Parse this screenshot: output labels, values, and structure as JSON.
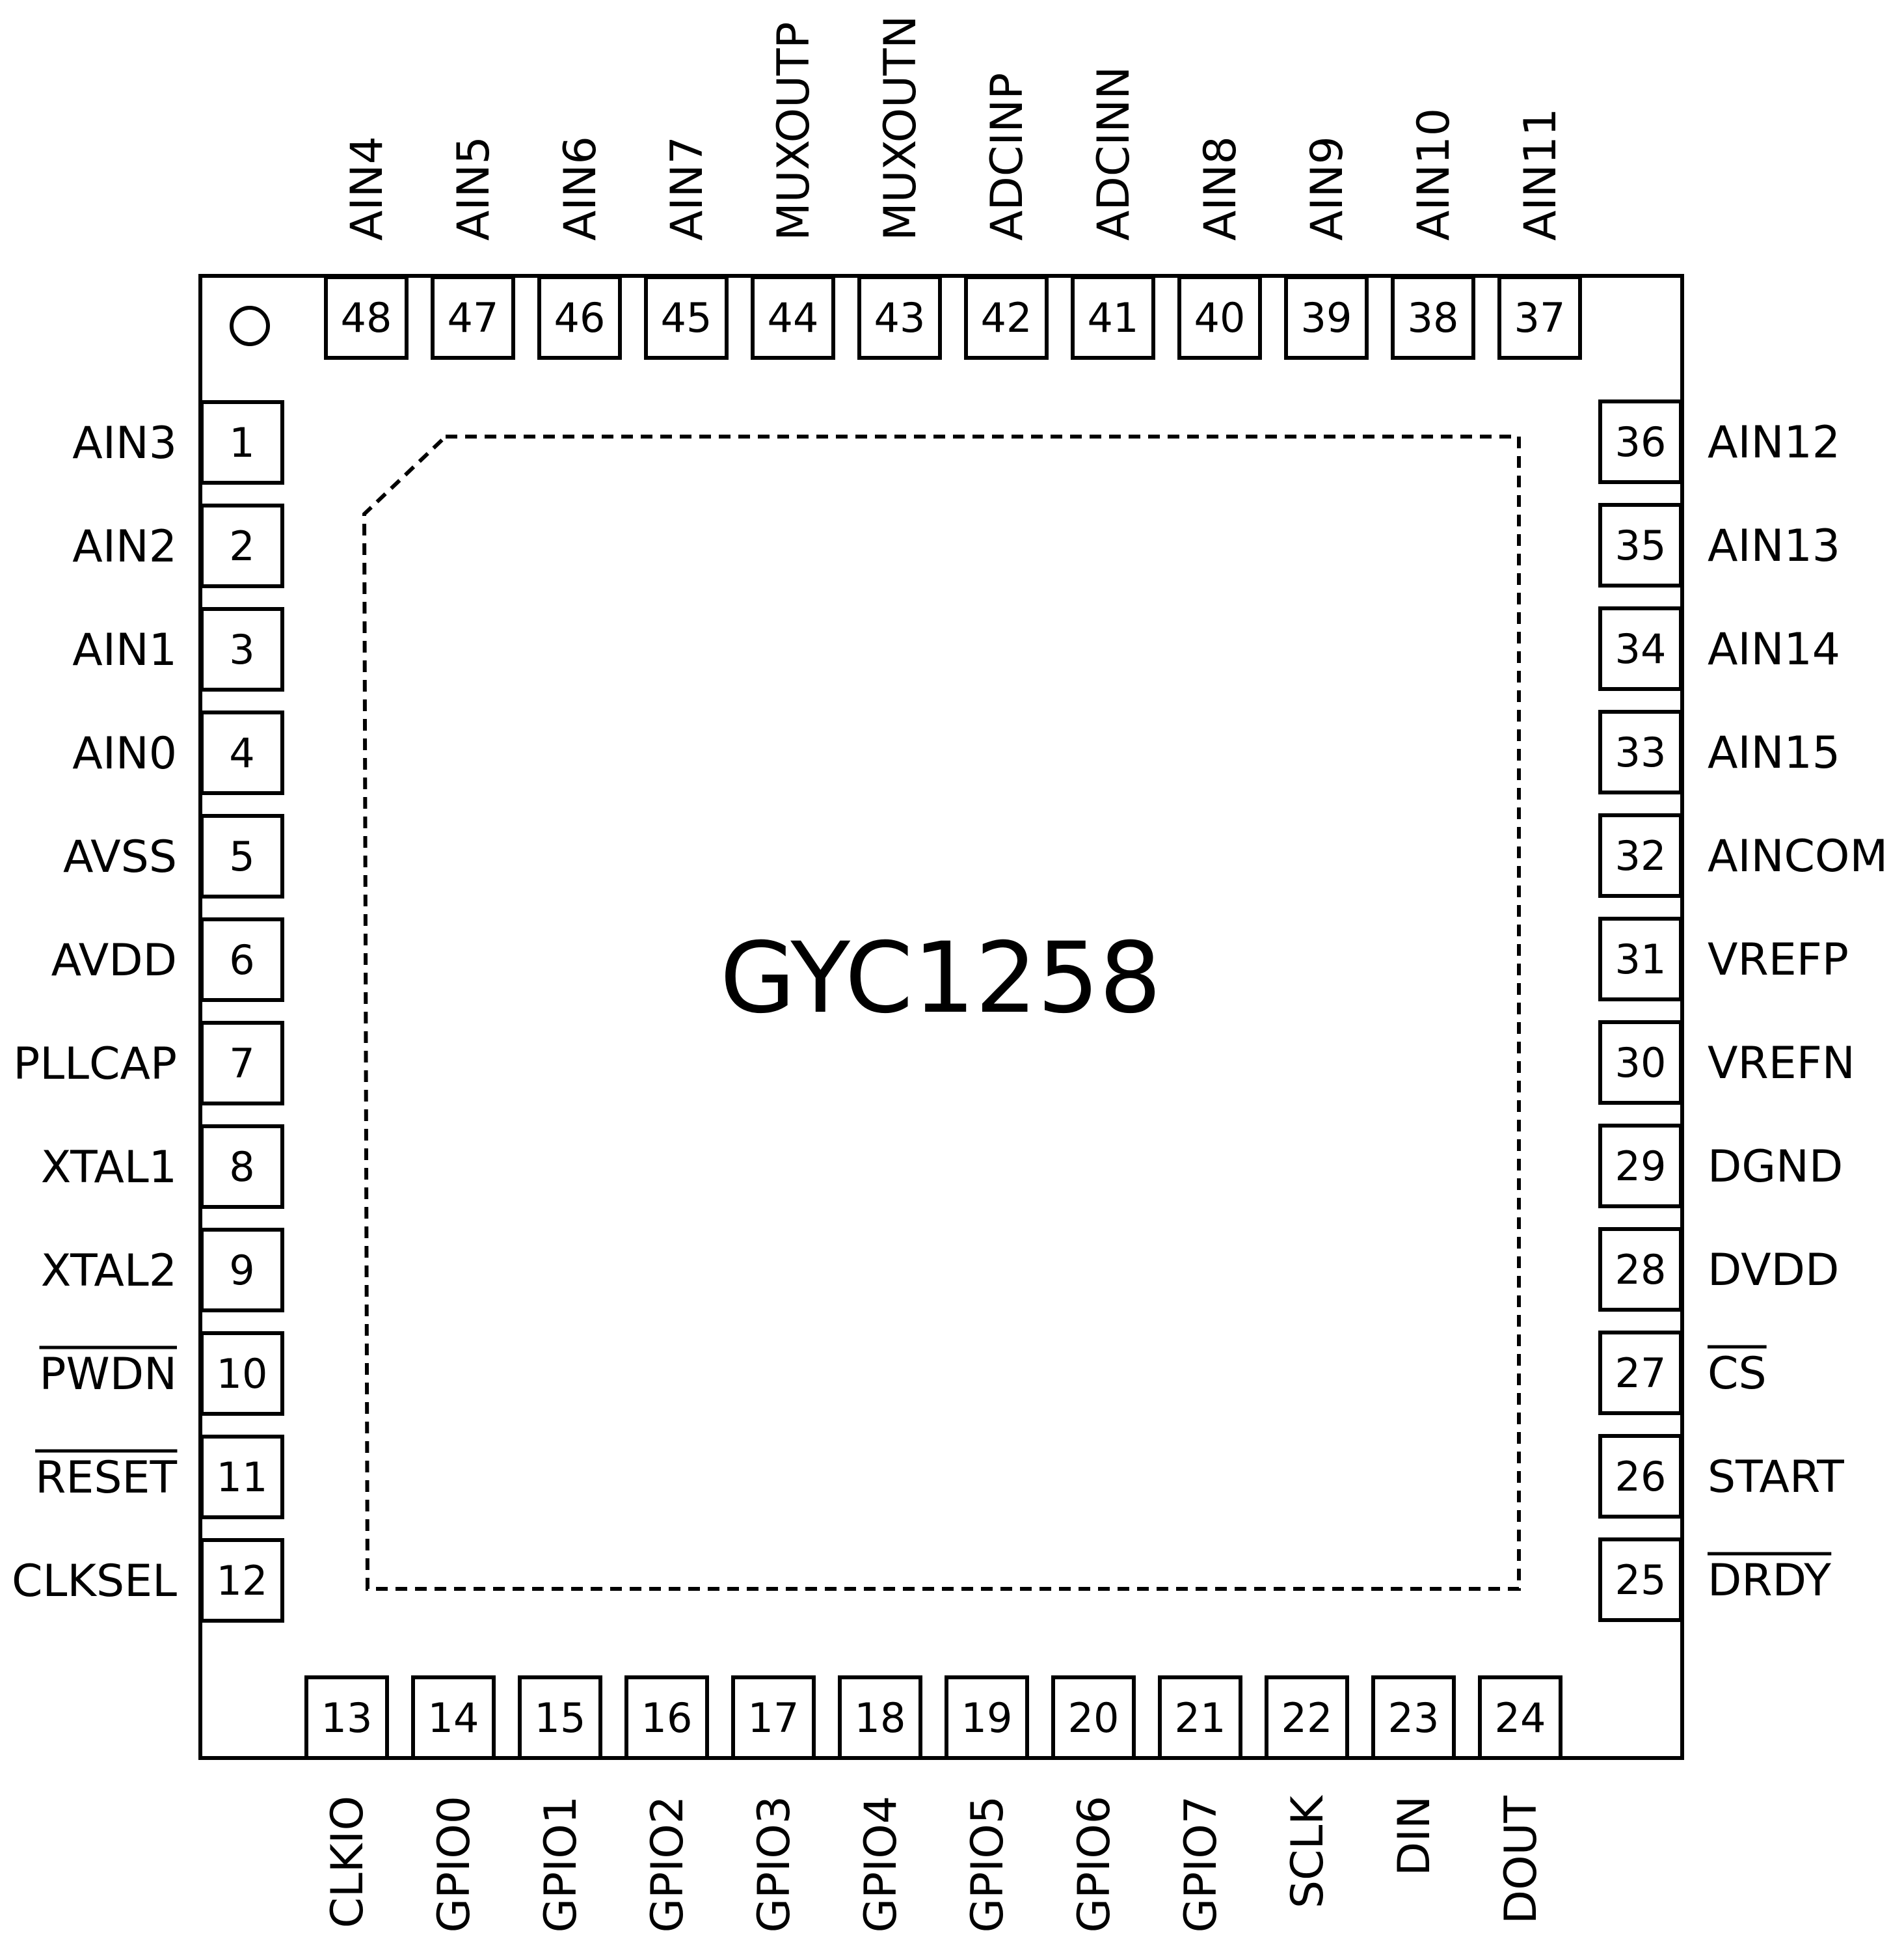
{
  "chip": {
    "name": "GYC1258",
    "pin1_marker": "circle",
    "die_outline": "dashed"
  },
  "pins": {
    "left": [
      {
        "num": "1",
        "label": "AIN3",
        "overbar": false
      },
      {
        "num": "2",
        "label": "AIN2",
        "overbar": false
      },
      {
        "num": "3",
        "label": "AIN1",
        "overbar": false
      },
      {
        "num": "4",
        "label": "AIN0",
        "overbar": false
      },
      {
        "num": "5",
        "label": "AVSS",
        "overbar": false
      },
      {
        "num": "6",
        "label": "AVDD",
        "overbar": false
      },
      {
        "num": "7",
        "label": "PLLCAP",
        "overbar": false
      },
      {
        "num": "8",
        "label": "XTAL1",
        "overbar": false
      },
      {
        "num": "9",
        "label": "XTAL2",
        "overbar": false
      },
      {
        "num": "10",
        "label": "PWDN",
        "overbar": true
      },
      {
        "num": "11",
        "label": "RESET",
        "overbar": true
      },
      {
        "num": "12",
        "label": "CLKSEL",
        "overbar": false
      }
    ],
    "bottom": [
      {
        "num": "13",
        "label": "CLKIO",
        "overbar": false
      },
      {
        "num": "14",
        "label": "GPIO0",
        "overbar": false
      },
      {
        "num": "15",
        "label": "GPIO1",
        "overbar": false
      },
      {
        "num": "16",
        "label": "GPIO2",
        "overbar": false
      },
      {
        "num": "17",
        "label": "GPIO3",
        "overbar": false
      },
      {
        "num": "18",
        "label": "GPIO4",
        "overbar": false
      },
      {
        "num": "19",
        "label": "GPIO5",
        "overbar": false
      },
      {
        "num": "20",
        "label": "GPIO6",
        "overbar": false
      },
      {
        "num": "21",
        "label": "GPIO7",
        "overbar": false
      },
      {
        "num": "22",
        "label": "SCLK",
        "overbar": false
      },
      {
        "num": "23",
        "label": "DIN",
        "overbar": false
      },
      {
        "num": "24",
        "label": "DOUT",
        "overbar": false
      }
    ],
    "right": [
      {
        "num": "25",
        "label": "DRDY",
        "overbar": true
      },
      {
        "num": "26",
        "label": "START",
        "overbar": false
      },
      {
        "num": "27",
        "label": "CS",
        "overbar": true
      },
      {
        "num": "28",
        "label": "DVDD",
        "overbar": false
      },
      {
        "num": "29",
        "label": "DGND",
        "overbar": false
      },
      {
        "num": "30",
        "label": "VREFN",
        "overbar": false
      },
      {
        "num": "31",
        "label": "VREFP",
        "overbar": false
      },
      {
        "num": "32",
        "label": "AINCOM",
        "overbar": false
      },
      {
        "num": "33",
        "label": "AIN15",
        "overbar": false
      },
      {
        "num": "34",
        "label": "AIN14",
        "overbar": false
      },
      {
        "num": "35",
        "label": "AIN13",
        "overbar": false
      },
      {
        "num": "36",
        "label": "AIN12",
        "overbar": false
      }
    ],
    "top": [
      {
        "num": "37",
        "label": "AIN11",
        "overbar": false
      },
      {
        "num": "38",
        "label": "AIN10",
        "overbar": false
      },
      {
        "num": "39",
        "label": "AIN9",
        "overbar": false
      },
      {
        "num": "40",
        "label": "AIN8",
        "overbar": false
      },
      {
        "num": "41",
        "label": "ADCINN",
        "overbar": false
      },
      {
        "num": "42",
        "label": "ADCINP",
        "overbar": false
      },
      {
        "num": "43",
        "label": "MUXOUTN",
        "overbar": false
      },
      {
        "num": "44",
        "label": "MUXOUTP",
        "overbar": false
      },
      {
        "num": "45",
        "label": "AIN7",
        "overbar": false
      },
      {
        "num": "46",
        "label": "AIN6",
        "overbar": false
      },
      {
        "num": "47",
        "label": "AIN5",
        "overbar": false
      },
      {
        "num": "48",
        "label": "AIN4",
        "overbar": false
      }
    ]
  }
}
